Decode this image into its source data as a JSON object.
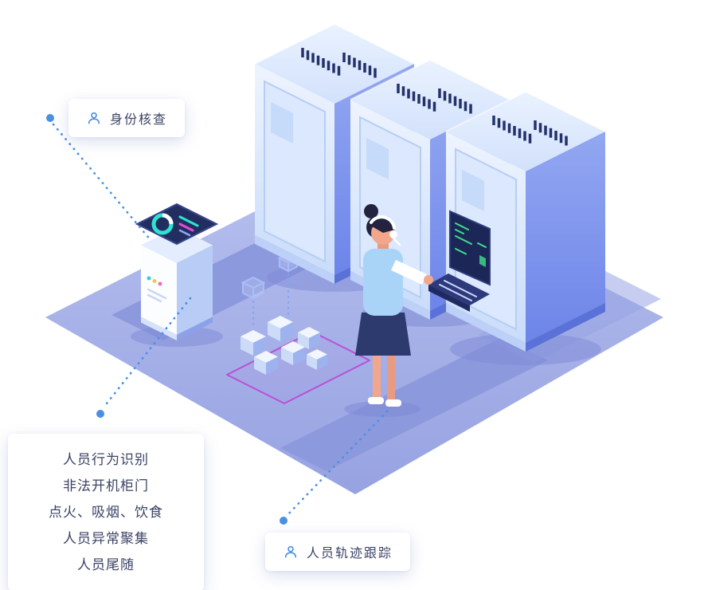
{
  "colors": {
    "accent": "#4a90e2",
    "floor": "#a0abe4",
    "card_text": "#3b4365",
    "zone_outline": "#bb4fd8",
    "screen_text": "#3ce08f"
  },
  "callouts": {
    "identity": {
      "icon": "user-icon",
      "label": "身份核查"
    },
    "behaviors": {
      "lines": [
        "人员行为识别",
        "非法开机柜门",
        "点火、吸烟、饮食",
        "人员异常聚集",
        "人员尾随"
      ]
    },
    "trajectory": {
      "icon": "user-icon",
      "label": "人员轨迹跟踪"
    }
  }
}
